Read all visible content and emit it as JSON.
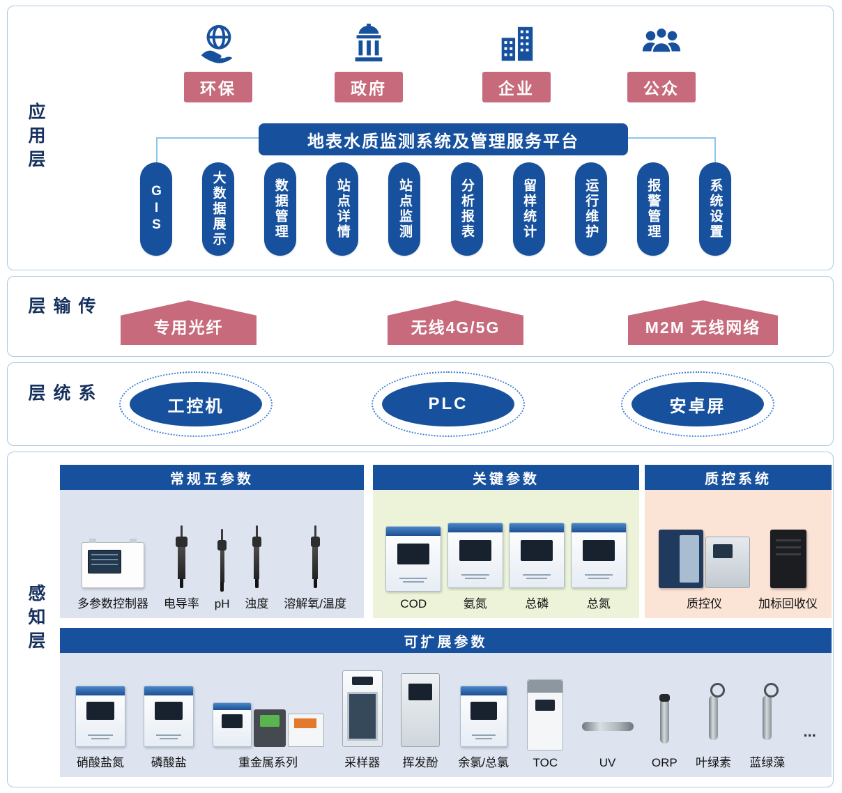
{
  "app": {
    "label": "应用层",
    "stakeholders": [
      {
        "label": "环保",
        "icon": "globe-hand-icon"
      },
      {
        "label": "政府",
        "icon": "government-building-icon"
      },
      {
        "label": "企业",
        "icon": "enterprise-buildings-icon"
      },
      {
        "label": "公众",
        "icon": "public-people-icon"
      }
    ],
    "platform_title": "地表水质监测系统及管理服务平台",
    "modules": [
      "GIS",
      "大数据展示",
      "数据管理",
      "站点详情",
      "站点监测",
      "分析报表",
      "留样统计",
      "运行维护",
      "报警管理",
      "系统设置"
    ]
  },
  "transmission": {
    "label": "传输层",
    "channels": [
      "专用光纤",
      "无线4G/5G",
      "M2M 无线网络"
    ]
  },
  "system": {
    "label": "系统层",
    "platforms": [
      "工控机",
      "PLC",
      "安卓屏"
    ]
  },
  "perception": {
    "label": "感知层",
    "groups": {
      "standard": {
        "title": "常规五参数",
        "items": [
          "多参数控制器",
          "电导率",
          "pH",
          "浊度",
          "溶解氧/温度"
        ]
      },
      "key": {
        "title": "关键参数",
        "items": [
          "COD",
          "氨氮",
          "总磷",
          "总氮"
        ]
      },
      "qc": {
        "title": "质控系统",
        "items": [
          "质控仪",
          "加标回收仪"
        ]
      },
      "extended": {
        "title": "可扩展参数",
        "items": [
          "硝酸盐氮",
          "磷酸盐",
          "重金属系列",
          "采样器",
          "挥发酚",
          "余氯/总氯",
          "TOC",
          "UV",
          "ORP",
          "叶绿素",
          "蓝绿藻",
          "..."
        ]
      }
    }
  },
  "colors": {
    "primary_blue": "#17519e",
    "rose": "#c76b7c",
    "panel_blue": "#dde3ef",
    "panel_green": "#edf3d8",
    "panel_peach": "#fbe3d6"
  }
}
